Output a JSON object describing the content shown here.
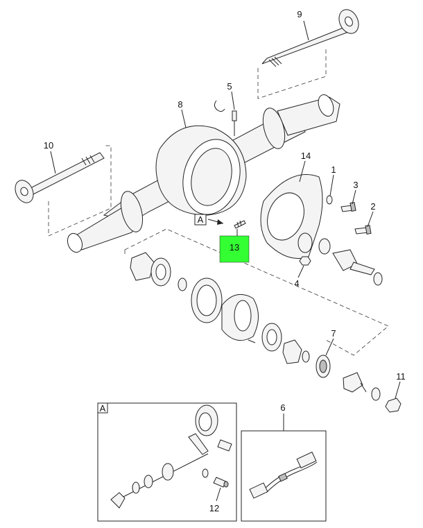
{
  "callouts": {
    "c1": "1",
    "c2": "2",
    "c3": "3",
    "c4": "4",
    "c5": "5",
    "c6": "6",
    "c7": "7",
    "c8": "8",
    "c9": "9",
    "c10": "10",
    "c11": "11",
    "c12": "12",
    "c13": "13",
    "c14": "14"
  },
  "highlight": {
    "part": "13",
    "color": "#33ff33"
  },
  "view_ref": {
    "label": "A"
  },
  "detail_a": {
    "label": "A"
  },
  "colors": {
    "line": "#222222",
    "highlight": "#33ff33",
    "background": "#ffffff"
  }
}
